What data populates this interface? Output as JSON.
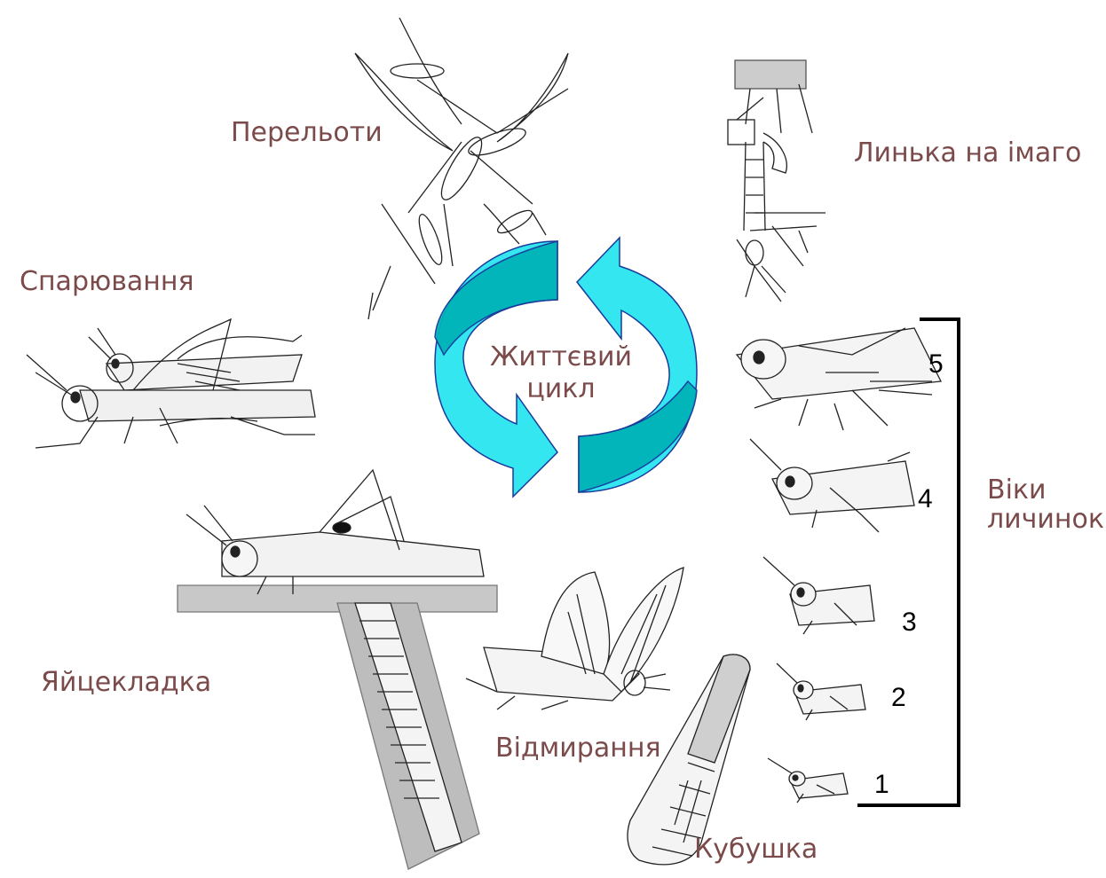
{
  "diagram": {
    "center": {
      "line1": "Життєвий",
      "line2": "цикл"
    },
    "stages": {
      "flights": "Перельоти",
      "molt_to_imago": "Линька на імаго",
      "mating": "Спарювання",
      "egg_laying": "Яйцекладка",
      "dying": "Відмирання",
      "egg_pod": "Кубушка",
      "larval_instars_line1": "Віки",
      "larval_instars_line2": "личинок"
    },
    "instars": [
      "1",
      "2",
      "3",
      "4",
      "5"
    ],
    "colors": {
      "label_text": "#7b4a4a",
      "arrow_fill": "#33e6f0",
      "arrow_dark": "#00b3b8",
      "arrow_stroke": "#1a3a9c"
    }
  }
}
